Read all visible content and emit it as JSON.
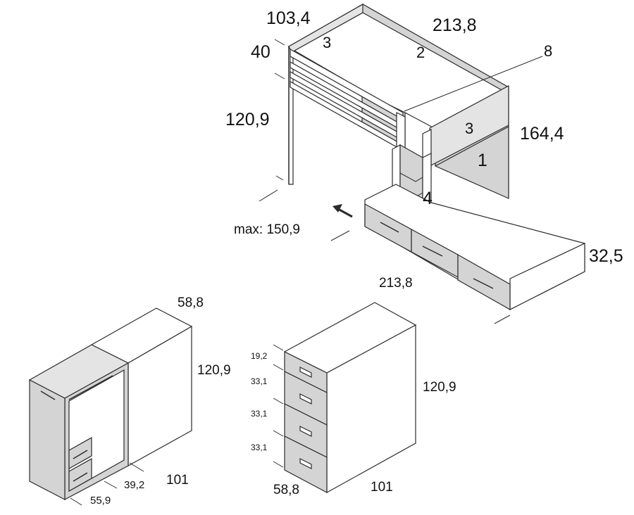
{
  "bed": {
    "dims": {
      "depth_top": "103,4",
      "length_top": "213,8",
      "guard_height": "40",
      "leg_height": "120,9",
      "total_height": "164,4",
      "max_reach": "max: 150,9",
      "lower_length": "213,8",
      "lower_height": "32,5"
    },
    "parts": {
      "p1": "1",
      "p2": "2",
      "p3a": "3",
      "p3b": "3",
      "p4": "4",
      "p8": "8"
    }
  },
  "wardrobe": {
    "dims": {
      "depth": "58,8",
      "height": "120,9",
      "width": "101",
      "module_width": "39,2",
      "open_width": "55,9"
    }
  },
  "chest": {
    "dims": {
      "top_drawer": "19,2",
      "drawer_2": "33,1",
      "drawer_3": "33,1",
      "drawer_4": "33,1",
      "height": "120,9",
      "depth": "58,8",
      "width": "101"
    }
  },
  "colors": {
    "line": "#2b2b2b",
    "panel_gray": "#d4d4d4",
    "panel_light": "#e4e4e4",
    "background": "#ffffff"
  },
  "icons": {
    "arrow": "pointer-arrow-icon"
  }
}
